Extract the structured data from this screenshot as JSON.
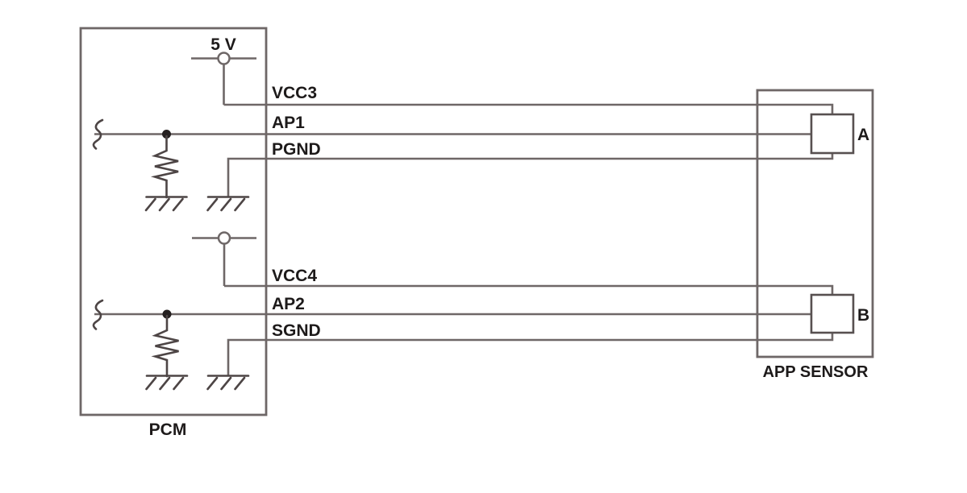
{
  "diagram": {
    "pcm": {
      "label": "PCM"
    },
    "app_sensor": {
      "label": "APP SENSOR"
    },
    "supply": {
      "label": "5 V"
    },
    "wires": {
      "vcc3": "VCC3",
      "ap1": "AP1",
      "pgnd": "PGND",
      "vcc4": "VCC4",
      "ap2": "AP2",
      "sgnd": "SGND"
    },
    "connectors": {
      "a": "A",
      "b": "B"
    },
    "colors": {
      "wire": "#6e6767",
      "symbol": "#4d4545",
      "connector_outline": "#575050",
      "text": "#1d1a1a",
      "background": "#ffffff"
    }
  }
}
